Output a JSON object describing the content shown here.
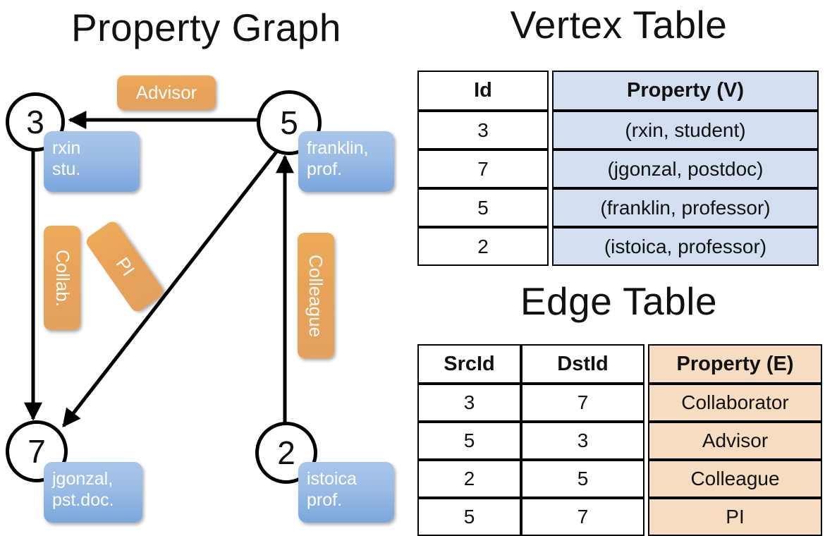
{
  "titles": {
    "graph": "Property Graph",
    "vertex_table": "Vertex Table",
    "edge_table": "Edge Table"
  },
  "graph": {
    "nodes": [
      {
        "id": "3",
        "property_label": "rxin\nstu.",
        "line1": "rxin",
        "line2": "stu."
      },
      {
        "id": "5",
        "property_label": "franklin,\nprof.",
        "line1": "franklin,",
        "line2": "prof."
      },
      {
        "id": "7",
        "property_label": "jgonzal,\npst.doc.",
        "line1": "jgonzal,",
        "line2": "pst.doc."
      },
      {
        "id": "2",
        "property_label": "istoica\nprof.",
        "line1": "istoica",
        "line2": "prof."
      }
    ],
    "edge_labels": [
      {
        "name": "advisor",
        "text": "Advisor"
      },
      {
        "name": "collaborator",
        "text": "Collab."
      },
      {
        "name": "pi",
        "text": "PI"
      },
      {
        "name": "colleague",
        "text": "Colleague"
      }
    ],
    "edges": [
      {
        "src": "5",
        "dst": "3",
        "label": "Advisor"
      },
      {
        "src": "3",
        "dst": "7",
        "label": "Collab."
      },
      {
        "src": "5",
        "dst": "7",
        "label": "PI"
      },
      {
        "src": "2",
        "dst": "5",
        "label": "Colleague"
      }
    ]
  },
  "vertex_table": {
    "headers": [
      "Id",
      "Property (V)"
    ],
    "rows": [
      {
        "id": "3",
        "property": "(rxin, student)"
      },
      {
        "id": "7",
        "property": "(jgonzal, postdoc)"
      },
      {
        "id": "5",
        "property": "(franklin, professor)"
      },
      {
        "id": "2",
        "property": "(istoica, professor)"
      }
    ]
  },
  "edge_table": {
    "headers": [
      "SrcId",
      "DstId",
      "Property (E)"
    ],
    "rows": [
      {
        "src": "3",
        "dst": "7",
        "property": "Collaborator"
      },
      {
        "src": "5",
        "dst": "3",
        "property": "Advisor"
      },
      {
        "src": "2",
        "dst": "5",
        "property": "Colleague"
      },
      {
        "src": "5",
        "dst": "7",
        "property": "PI"
      }
    ]
  },
  "colors": {
    "vertex_box": "#9bbce6",
    "edge_label": "#e9a358",
    "vertex_table_fill": "#d3dff1",
    "edge_table_fill": "#f6dcc0",
    "stroke": "#000000",
    "background": "#ffffff"
  }
}
